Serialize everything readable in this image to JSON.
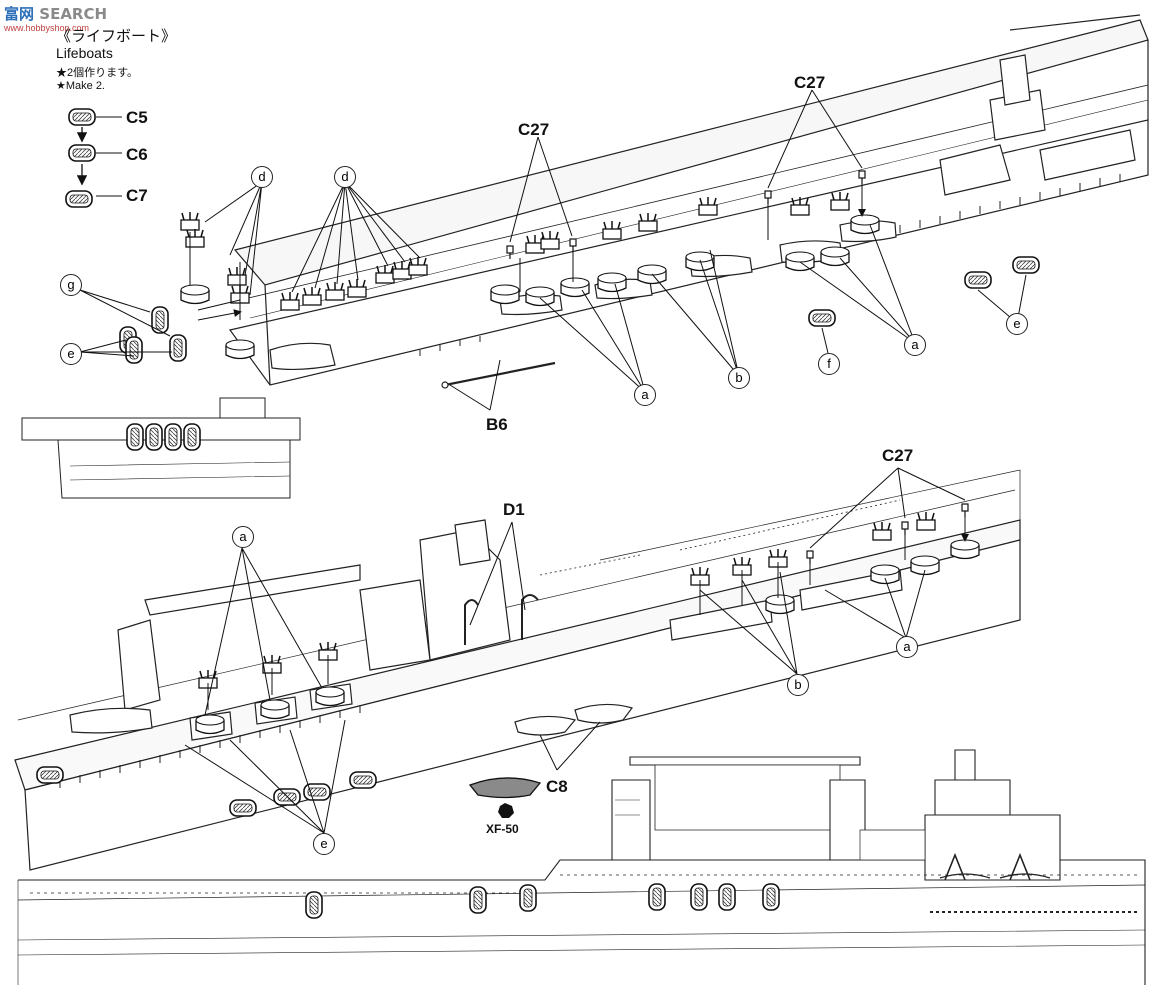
{
  "watermark": {
    "brand": "富",
    "brand2": "网",
    "word": "SEARCH",
    "url": "www.hobbyshop.com"
  },
  "step": {
    "title_jp": "《ライフボート》",
    "title_en": "Lifeboats",
    "note_jp": "★2個作ります。",
    "note_en": "★Make 2."
  },
  "parts": {
    "c5": "C5",
    "c6": "C6",
    "c7": "C7",
    "c27": "C27",
    "b6": "B6",
    "d1": "D1",
    "c8": "C8",
    "xf50": "XF-50"
  },
  "callouts": {
    "a": "a",
    "b": "b",
    "d": "d",
    "e": "e",
    "f": "f",
    "g": "g"
  }
}
